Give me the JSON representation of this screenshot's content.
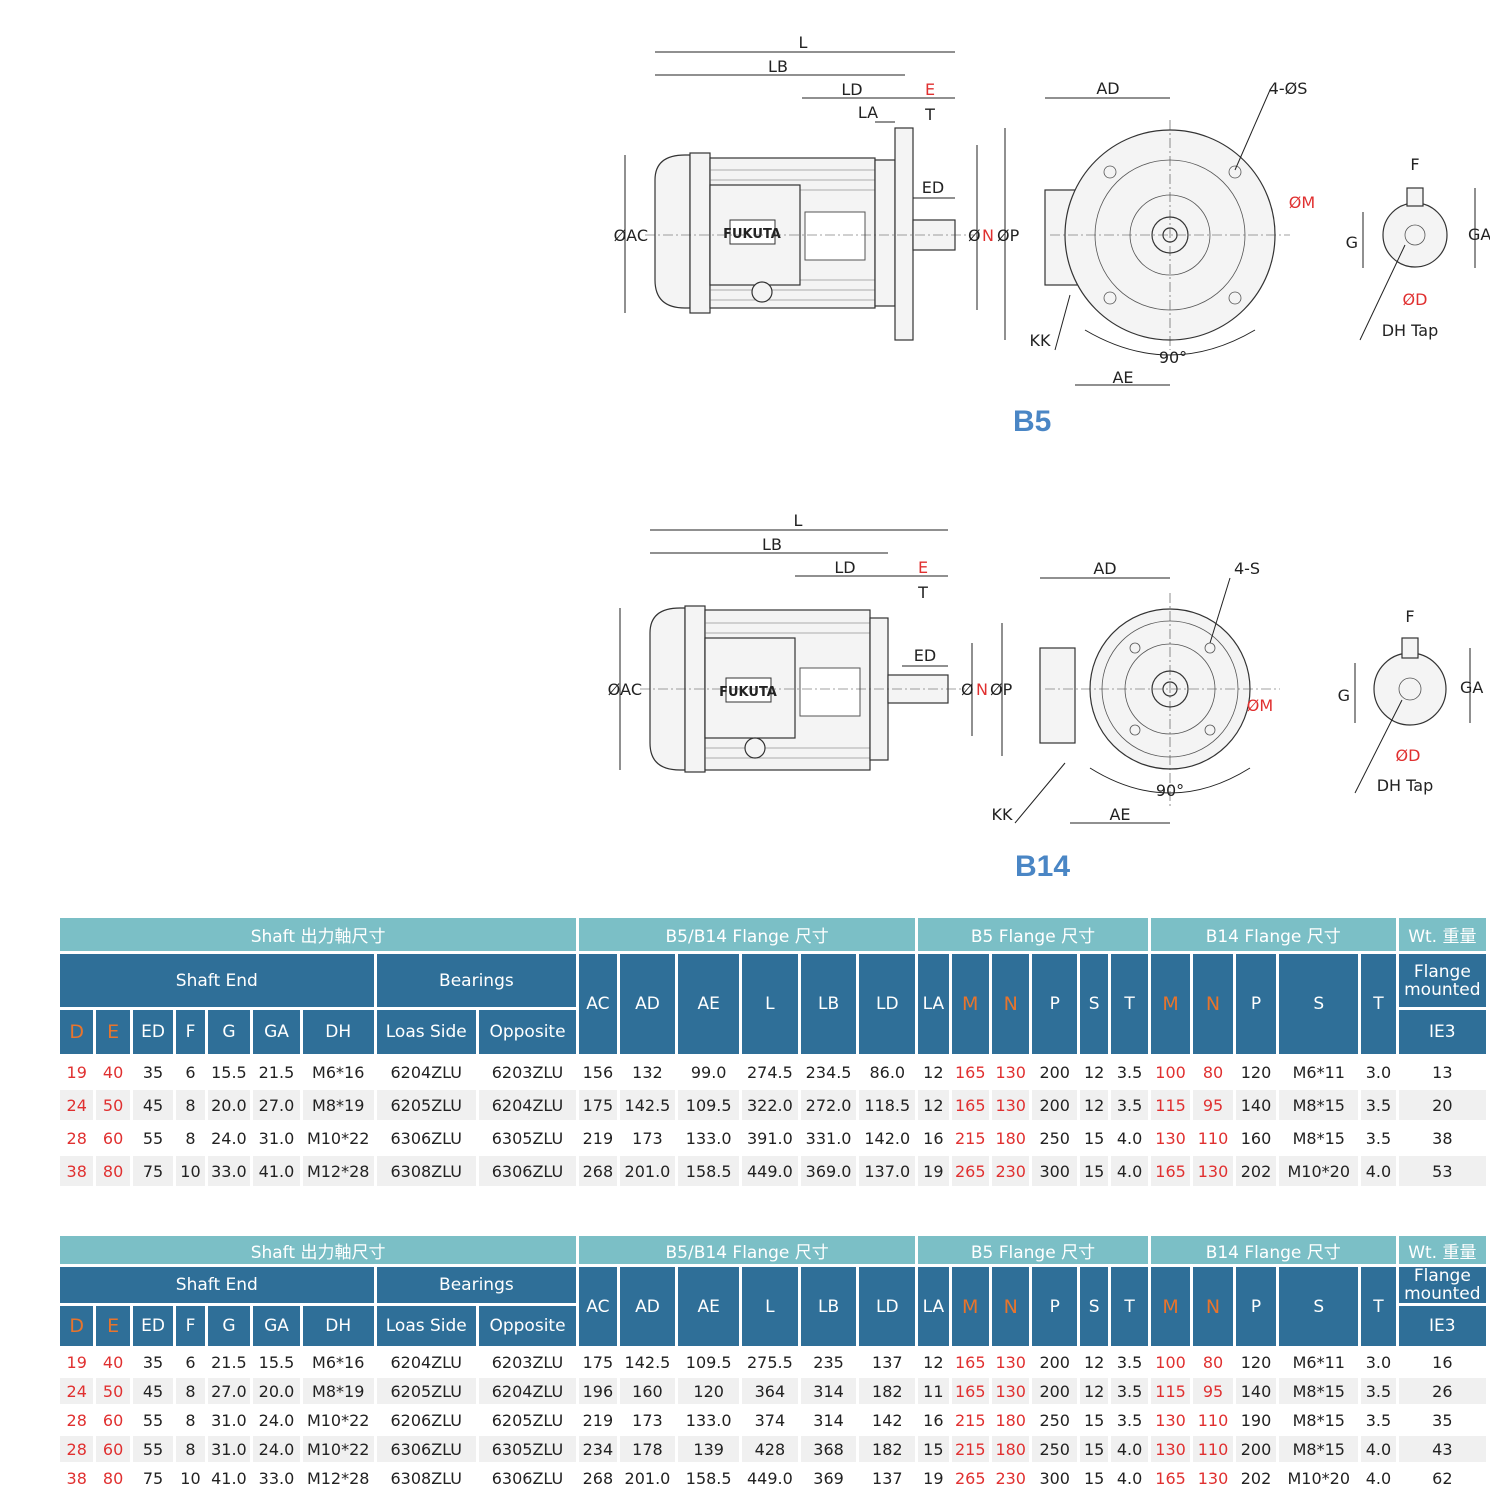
{
  "drawings": [
    {
      "title": "B5",
      "dims": {
        "L": "L",
        "LB": "LB",
        "LD": "LD",
        "E": "E",
        "LA": "LA",
        "T": "T",
        "ED": "ED",
        "AC": "ØAC",
        "N": "N",
        "P": "ØP",
        "AD": "AD",
        "S": "4-ØS",
        "M": "ØM",
        "KK": "KK",
        "angle": "90°",
        "AE": "AE",
        "F": "F",
        "G": "G",
        "GA": "GA",
        "D": "ØD",
        "DH": "DH Tap",
        "brand": "FUKUTA"
      }
    },
    {
      "title": "B14",
      "dims": {
        "L": "L",
        "LB": "LB",
        "LD": "LD",
        "E": "E",
        "T": "T",
        "ED": "ED",
        "AC": "ØAC",
        "N": "N",
        "P": "ØP",
        "AD": "AD",
        "S": "4-S",
        "M": "ØM",
        "KK": "KK",
        "angle": "90°",
        "AE": "AE",
        "F": "F",
        "G": "G",
        "GA": "GA",
        "D": "ØD",
        "DH": "DH Tap",
        "brand": "FUKUTA"
      }
    }
  ],
  "tables": [
    {
      "group_headers": {
        "shaft": "Shaft 出力軸尺寸",
        "flange_common": "B5/B14 Flange 尺寸",
        "b5": "B5 Flange 尺寸",
        "b14": "B14 Flange 尺寸",
        "wt": "Wt. 重量"
      },
      "sub_headers": {
        "shaft_end": "Shaft End",
        "bearings": "Bearings",
        "flange_mounted": "Flange mounted"
      },
      "columns": [
        "D",
        "E",
        "ED",
        "F",
        "G",
        "GA",
        "DH",
        "Loas Side",
        "Opposite",
        "AC",
        "AD",
        "AE",
        "L",
        "LB",
        "LD",
        "LA",
        "M",
        "N",
        "P",
        "S",
        "T",
        "M",
        "N",
        "P",
        "S",
        "T",
        "IE3"
      ],
      "rows": [
        [
          "19",
          "40",
          "35",
          "6",
          "15.5",
          "21.5",
          "M6*16",
          "6204ZLU",
          "6203ZLU",
          "156",
          "132",
          "99.0",
          "274.5",
          "234.5",
          "86.0",
          "12",
          "165",
          "130",
          "200",
          "12",
          "3.5",
          "100",
          "80",
          "120",
          "M6*11",
          "3.0",
          "13"
        ],
        [
          "24",
          "50",
          "45",
          "8",
          "20.0",
          "27.0",
          "M8*19",
          "6205ZLU",
          "6204ZLU",
          "175",
          "142.5",
          "109.5",
          "322.0",
          "272.0",
          "118.5",
          "12",
          "165",
          "130",
          "200",
          "12",
          "3.5",
          "115",
          "95",
          "140",
          "M8*15",
          "3.5",
          "20"
        ],
        [
          "28",
          "60",
          "55",
          "8",
          "24.0",
          "31.0",
          "M10*22",
          "6306ZLU",
          "6305ZLU",
          "219",
          "173",
          "133.0",
          "391.0",
          "331.0",
          "142.0",
          "16",
          "215",
          "180",
          "250",
          "15",
          "4.0",
          "130",
          "110",
          "160",
          "M8*15",
          "3.5",
          "38"
        ],
        [
          "38",
          "80",
          "75",
          "10",
          "33.0",
          "41.0",
          "M12*28",
          "6308ZLU",
          "6306ZLU",
          "268",
          "201.0",
          "158.5",
          "449.0",
          "369.0",
          "137.0",
          "19",
          "265",
          "230",
          "300",
          "15",
          "4.0",
          "165",
          "130",
          "202",
          "M10*20",
          "4.0",
          "53"
        ]
      ]
    },
    {
      "group_headers": {
        "shaft": "Shaft 出力軸尺寸",
        "flange_common": "B5/B14 Flange 尺寸",
        "b5": "B5 Flange 尺寸",
        "b14": "B14 Flange 尺寸",
        "wt": "Wt. 重量"
      },
      "sub_headers": {
        "shaft_end": "Shaft End",
        "bearings": "Bearings",
        "flange_mounted": "Flange mounted"
      },
      "columns": [
        "D",
        "E",
        "ED",
        "F",
        "G",
        "GA",
        "DH",
        "Loas Side",
        "Opposite",
        "AC",
        "AD",
        "AE",
        "L",
        "LB",
        "LD",
        "LA",
        "M",
        "N",
        "P",
        "S",
        "T",
        "M",
        "N",
        "P",
        "S",
        "T",
        "IE3"
      ],
      "rows": [
        [
          "19",
          "40",
          "35",
          "6",
          "21.5",
          "15.5",
          "M6*16",
          "6204ZLU",
          "6203ZLU",
          "175",
          "142.5",
          "109.5",
          "275.5",
          "235",
          "137",
          "12",
          "165",
          "130",
          "200",
          "12",
          "3.5",
          "100",
          "80",
          "120",
          "M6*11",
          "3.0",
          "16"
        ],
        [
          "24",
          "50",
          "45",
          "8",
          "27.0",
          "20.0",
          "M8*19",
          "6205ZLU",
          "6204ZLU",
          "196",
          "160",
          "120",
          "364",
          "314",
          "182",
          "11",
          "165",
          "130",
          "200",
          "12",
          "3.5",
          "115",
          "95",
          "140",
          "M8*15",
          "3.5",
          "26"
        ],
        [
          "28",
          "60",
          "55",
          "8",
          "31.0",
          "24.0",
          "M10*22",
          "6206ZLU",
          "6205ZLU",
          "219",
          "173",
          "133.0",
          "374",
          "314",
          "142",
          "16",
          "215",
          "180",
          "250",
          "15",
          "3.5",
          "130",
          "110",
          "190",
          "M8*15",
          "3.5",
          "35"
        ],
        [
          "28",
          "60",
          "55",
          "8",
          "31.0",
          "24.0",
          "M10*22",
          "6306ZLU",
          "6305ZLU",
          "234",
          "178",
          "139",
          "428",
          "368",
          "182",
          "15",
          "215",
          "180",
          "250",
          "15",
          "4.0",
          "130",
          "110",
          "200",
          "M8*15",
          "4.0",
          "43"
        ],
        [
          "38",
          "80",
          "75",
          "10",
          "41.0",
          "33.0",
          "M12*28",
          "6308ZLU",
          "6306ZLU",
          "268",
          "201.0",
          "158.5",
          "449.0",
          "369",
          "137",
          "19",
          "265",
          "230",
          "300",
          "15",
          "4.0",
          "165",
          "130",
          "202",
          "M10*20",
          "4.0",
          "62"
        ]
      ]
    }
  ]
}
